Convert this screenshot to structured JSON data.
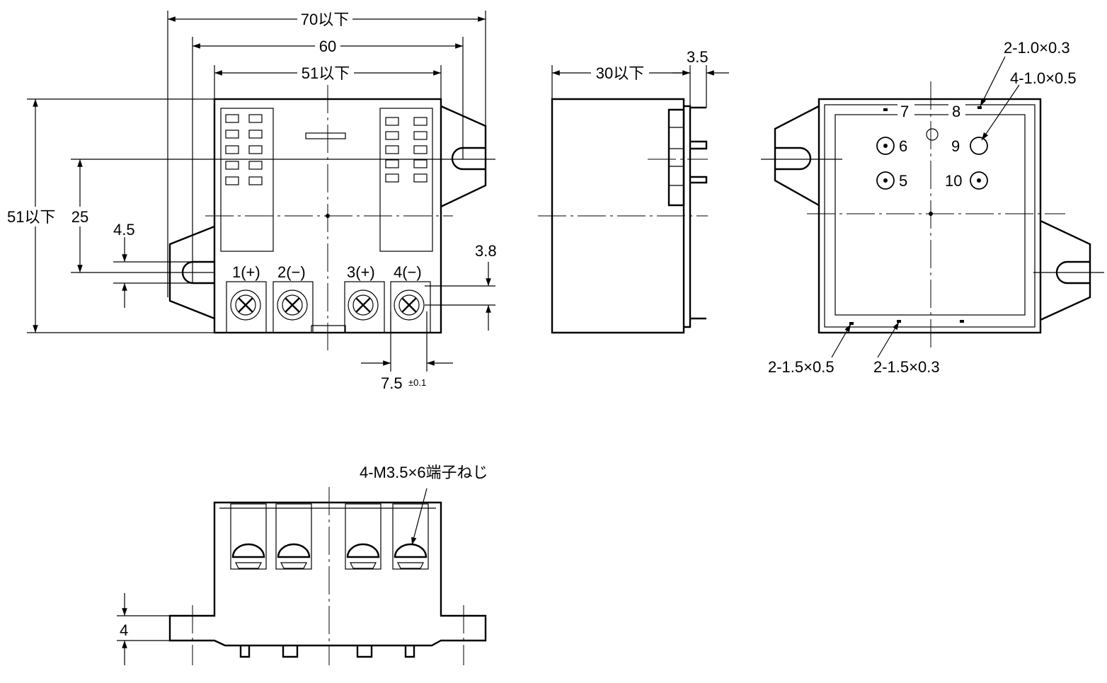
{
  "front_view": {
    "dim_width_overall": "70以下",
    "dim_mount_pitch": "60",
    "dim_body_width": "51以下",
    "dim_height": "51以下",
    "dim_mount_offset": "25",
    "dim_hole_dia": "4.5",
    "dim_terminal_pitch": "7.5",
    "dim_terminal_pitch_tol": "±0.1",
    "dim_terminal_height": "3.8",
    "terminals": [
      {
        "label": "1(+)"
      },
      {
        "label": "2(−)"
      },
      {
        "label": "3(+)"
      },
      {
        "label": "4(−)"
      }
    ]
  },
  "side_view": {
    "dim_depth": "30以下",
    "dim_pin": "3.5"
  },
  "rear_view": {
    "callout_top_1": "2-1.0×0.3",
    "callout_top_2": "4-1.0×0.5",
    "callout_bottom_1": "2-1.5×0.5",
    "callout_bottom_2": "2-1.5×0.3",
    "pins": [
      "7",
      "8",
      "6",
      "9",
      "5",
      "10"
    ]
  },
  "bottom_view": {
    "callout_screw": "4-M3.5×6端子ねじ",
    "dim_flange": "4"
  }
}
